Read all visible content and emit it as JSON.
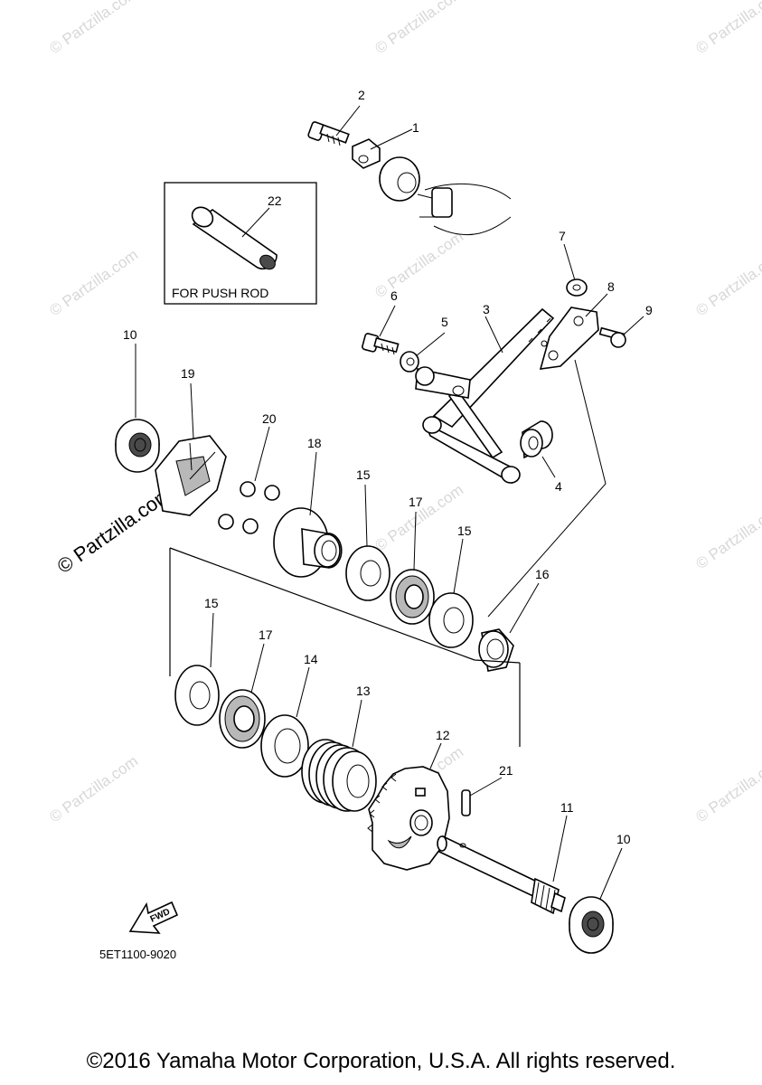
{
  "diagram": {
    "callouts": [
      "1",
      "2",
      "3",
      "4",
      "5",
      "6",
      "7",
      "8",
      "9",
      "10",
      "11",
      "12",
      "13",
      "14",
      "15",
      "16",
      "17",
      "18",
      "19",
      "20",
      "21",
      "22"
    ],
    "inset_label": "FOR PUSH ROD",
    "fwd_label": "FWD",
    "drawing_code": "5ET1100-9020",
    "watermark": "© Partzilla.com"
  },
  "footer": {
    "copyright": "©2016 Yamaha Motor Corporation, U.S.A. All rights reserved."
  }
}
